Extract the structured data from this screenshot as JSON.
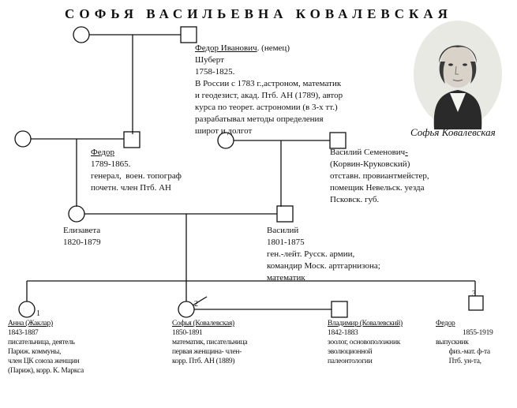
{
  "title": "СОФЬЯ ВАСИЛЬЕВНА КОВАЛЕВСКАЯ",
  "signature": "Софья Ковалевская",
  "people": {
    "fedor_sr": {
      "name": "Федор Иванович",
      "suffix": ". (немец)",
      "lines": [
        "Шуберт",
        "1758-1825.",
        "В России с 1783 г.,астроном, математик",
        "и геодезист, акад. Птб. АН (1789), автор",
        "курса по теорет. астрономии (в 3-х тт.)",
        "разрабатывал методы определения",
        "широт и долгот"
      ]
    },
    "fedor": {
      "name": "Федор",
      "lines": [
        "1789-1865.",
        "генерал,  воен. топограф",
        "почетн. член Птб. АН"
      ]
    },
    "vasily_sem": {
      "name": "Василий Семенович",
      "suffix": "-",
      "lines": [
        "(Корвин-Круковский)",
        "отставн. провиантмейстер,",
        "помещик Невельск. уезда",
        "Псковск. губ."
      ]
    },
    "elizaveta": {
      "name": "Елизавета",
      "lines": [
        "1820-1879"
      ]
    },
    "vasily": {
      "name": "Василий",
      "lines": [
        "1801-1875",
        "ген.-лейт. Русск. армии,",
        "командир Моск. артгарнизона;",
        "математик"
      ]
    },
    "anna": {
      "name": "Анна (Жаклар)",
      "num": "1",
      "lines": [
        "1843-1887",
        "писательница, деятель",
        "Париж. коммуны,",
        "член ЦК союза женщин",
        "(Париж), корр. К. Маркса"
      ]
    },
    "sofia": {
      "name": "Софья (Ковалевская)",
      "num": "2",
      "lines": [
        "1850-1891",
        "математик, писательница",
        "первая женщина- член-",
        "корр. Птб. АН (1889)"
      ]
    },
    "vladimir": {
      "name": "Владимир (Ковалевский)",
      "lines": [
        "1842-1883",
        "зоолог, основоположник",
        "эволюционной",
        "палеонтологии"
      ]
    },
    "fedor_jr": {
      "name": "Федор",
      "num": "3",
      "line1": "1855-1919",
      "lines": [
        "выпускник",
        "        физ.-мат. ф-та",
        "        Птб. ун-та,"
      ]
    }
  }
}
